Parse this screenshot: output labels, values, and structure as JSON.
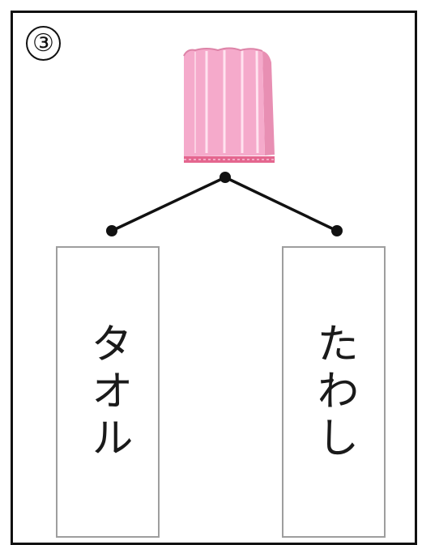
{
  "question": {
    "number": "③"
  },
  "picture": {
    "icon": "towel-icon"
  },
  "choices": [
    {
      "label": "タオル"
    },
    {
      "label": "たわし"
    }
  ]
}
